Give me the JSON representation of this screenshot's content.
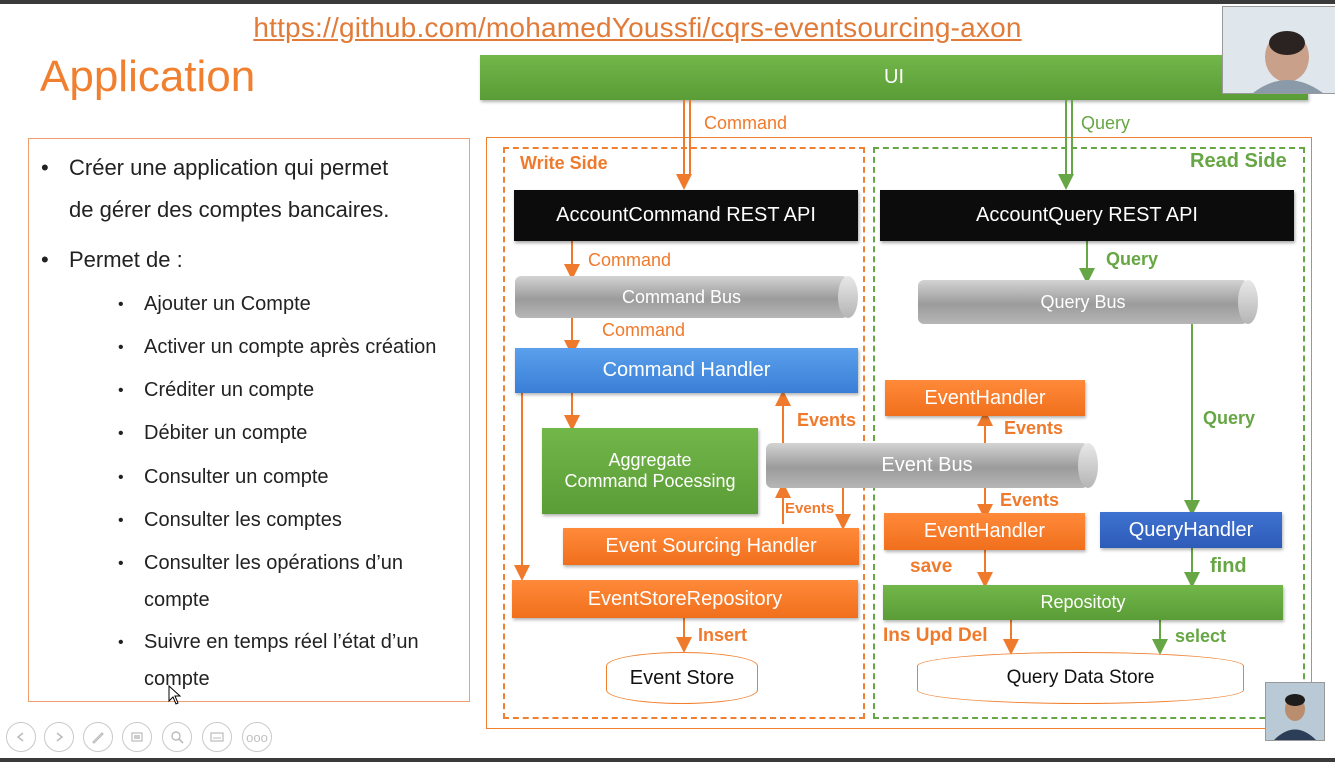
{
  "header": {
    "url": "https://github.com/mohamedYoussfi/cqrs-eventsourcing-axon",
    "title": "Application"
  },
  "bullets": {
    "main": [
      {
        "line1": "Créer une application qui permet",
        "line2": "de gérer des comptes bancaires."
      },
      {
        "line1": "Permet de :"
      }
    ],
    "sub": [
      "Ajouter un Compte",
      "Activer un compte après création",
      "Créditer un compte",
      "Débiter un compte",
      "Consulter un compte",
      "Consulter les comptes",
      "Consulter les opérations d’un",
      "compte",
      "Suivre en temps réel l’état d’un",
      "compte"
    ]
  },
  "diagram": {
    "ui": "UI",
    "write_side": "Write Side",
    "read_side": "Read Side",
    "account_command_api": "AccountCommand REST API",
    "account_query_api": "AccountQuery REST API",
    "command_bus": "Command Bus",
    "query_bus": "Query Bus",
    "command_handler": "Command Handler",
    "aggregate_line1": "Aggregate",
    "aggregate_line2": "Command Pocessing",
    "event_bus": "Event Bus",
    "event_sourcing_handler": "Event Sourcing Handler",
    "event_store_repository": "EventStoreRepository",
    "event_store": "Event Store",
    "event_handler_top": "EventHandler",
    "event_handler_bottom": "EventHandler",
    "query_handler": "QueryHandler",
    "repository": "Repositoty",
    "query_data_store": "Query Data Store",
    "labels": {
      "command_ui": "Command",
      "query_ui": "Query",
      "command_1": "Command",
      "command_2": "Command",
      "query_1": "Query",
      "query_2": "Query",
      "events_ch": "Events",
      "events_esh": "Events",
      "events_up": "Events",
      "events_down": "Events",
      "save": "save",
      "find": "find",
      "insert": "Insert",
      "ins_upd_del": "Ins Upd Del",
      "select": "select"
    }
  },
  "toolbar": {
    "icons": [
      "prev-icon",
      "next-icon",
      "pen-icon",
      "slides-icon",
      "zoom-icon",
      "subtitles-icon",
      "more-icon"
    ],
    "more_label": "ooo"
  },
  "colors": {
    "accent": "#f08030",
    "green": "#66a644",
    "blue": "#3a7fd6"
  }
}
